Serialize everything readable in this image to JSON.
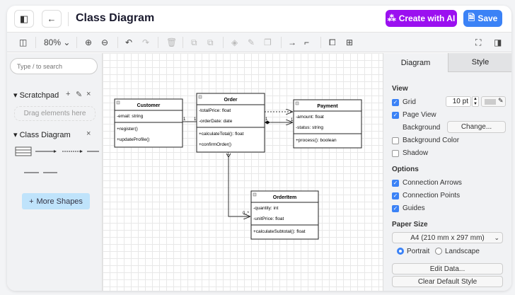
{
  "header": {
    "title": "Class Diagram",
    "ai_label": "Create with AI",
    "save_label": "Save",
    "ai_color": "#9b10f0",
    "save_color": "#3b82f6"
  },
  "toolbar": {
    "zoom": "80%"
  },
  "sidebar": {
    "search_placeholder": "Type / to search",
    "scratchpad": "Scratchpad",
    "drag_hint": "Drag elements here",
    "class_diagram": "Class Diagram",
    "more_shapes": "More Shapes"
  },
  "diagram": {
    "customer": {
      "name": "Customer",
      "attrs": [
        "-email: string"
      ],
      "methods": [
        "+register()",
        "+updateProfile()"
      ]
    },
    "order": {
      "name": "Order",
      "attrs": [
        "-totalPrice: float",
        "-orderDate: date"
      ],
      "methods": [
        "+calculateTotal(): float",
        "+confirmOrder()"
      ]
    },
    "payment": {
      "name": "Payment",
      "attrs": [
        "-amount: float",
        "-status: string"
      ],
      "methods": [
        "+process(): boolean"
      ]
    },
    "orderitem": {
      "name": "OrderItem",
      "attrs": [
        "-quantity: int",
        "-unitPrice: float"
      ],
      "methods": [
        "+calculateSubtotal(): float"
      ]
    },
    "mult": {
      "one": "1",
      "many": "0..*"
    }
  },
  "panel": {
    "tabs": [
      "Diagram",
      "Style"
    ],
    "view": "View",
    "grid": "Grid",
    "grid_size": "10 pt",
    "page_view": "Page View",
    "background": "Background",
    "change": "Change...",
    "background_color": "Background Color",
    "shadow": "Shadow",
    "options": "Options",
    "connection_arrows": "Connection Arrows",
    "connection_points": "Connection Points",
    "guides": "Guides",
    "paper_size": "Paper Size",
    "paper": "A4 (210 mm x 297 mm)",
    "portrait": "Portrait",
    "landscape": "Landscape",
    "edit_data": "Edit Data...",
    "clear_style": "Clear Default Style",
    "checked": {
      "grid": true,
      "page_view": true,
      "background_color": false,
      "shadow": false,
      "connection_arrows": true,
      "connection_points": true,
      "guides": true
    },
    "orientation": "Portrait"
  }
}
